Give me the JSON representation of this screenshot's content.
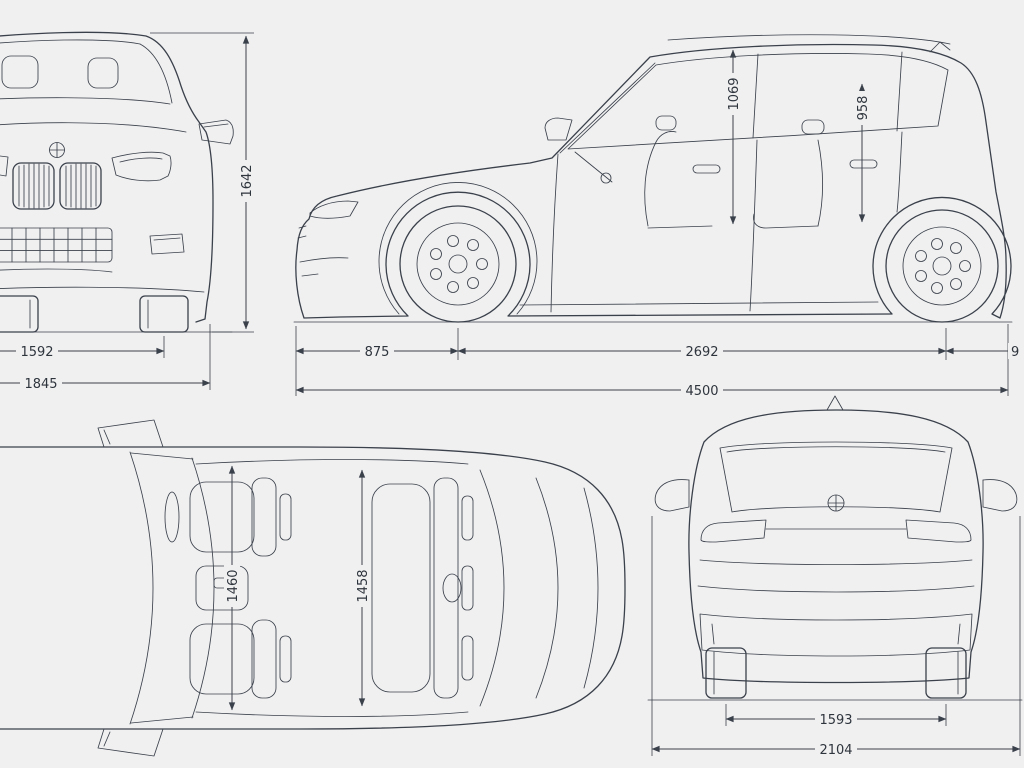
{
  "colors": {
    "background": "#f0f0f1",
    "line": "#3b414b",
    "text": "#2f353d"
  },
  "views": {
    "front": {
      "dims": {
        "overall_height": "1642",
        "front_track": "1592",
        "overall_width": "1845"
      }
    },
    "side": {
      "dims": {
        "front_interior_height": "1069",
        "rear_interior_height": "958",
        "front_overhang": "875",
        "wheelbase": "2692",
        "rear_dim_partial": "9",
        "overall_length": "4500"
      }
    },
    "top": {
      "dims": {
        "front_interior_width": "1460",
        "rear_interior_width": "1458"
      }
    },
    "rear": {
      "dims": {
        "rear_track": "1593",
        "width_incl_mirrors": "2104"
      }
    }
  }
}
